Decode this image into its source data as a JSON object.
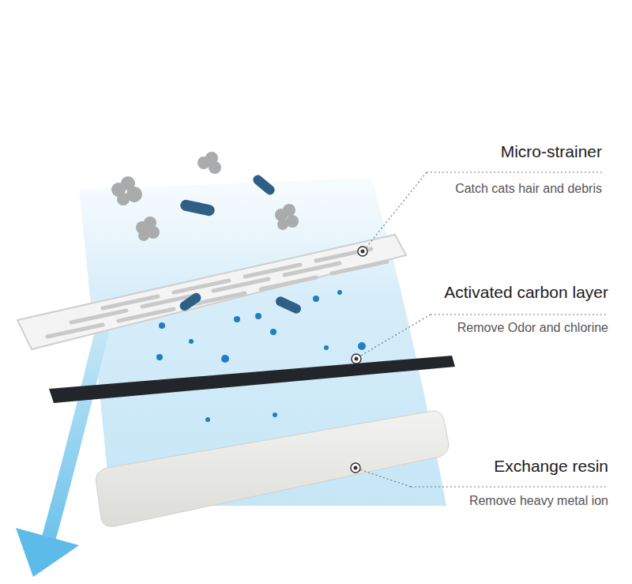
{
  "diagram": {
    "labels": [
      "Micro-strainer",
      "Catch cats hair and debris",
      "Activated carbon layer",
      "Remove Odor and chlorine",
      "Exchange resin",
      "Remove heavy metal ion"
    ]
  }
}
